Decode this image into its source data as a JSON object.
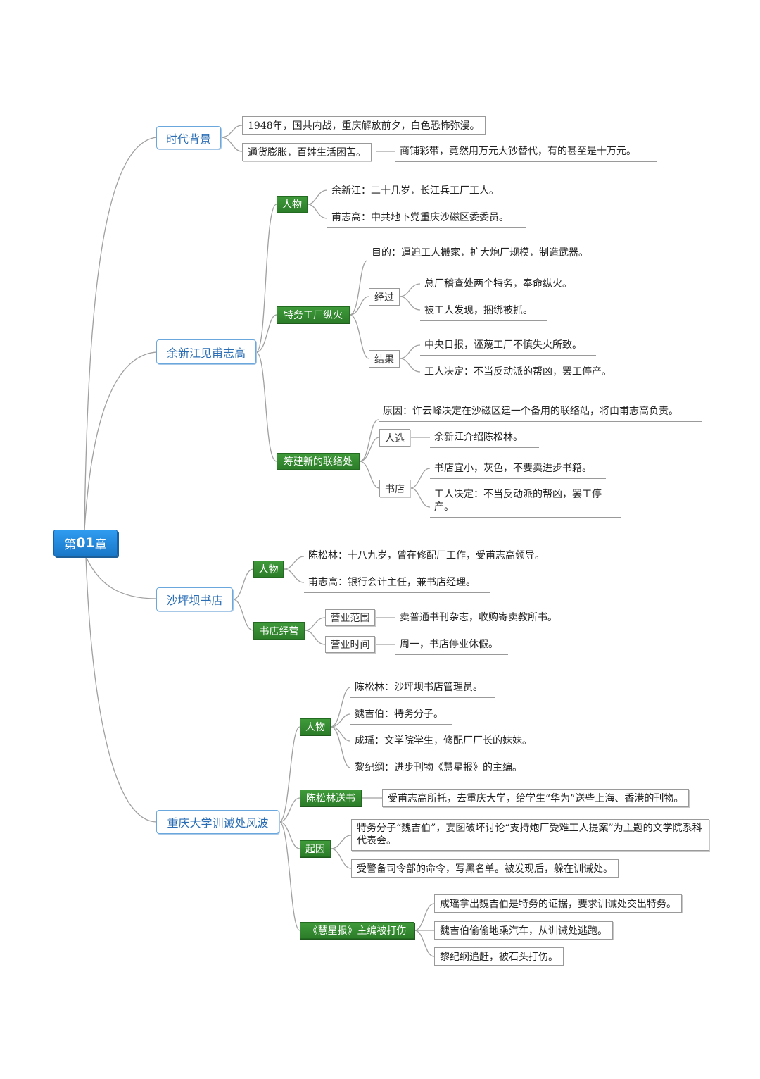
{
  "root": {
    "prefix": "第",
    "number": "01",
    "suffix": "章"
  },
  "b1": {
    "label": "时代背景",
    "item1": "1948年，国共内战，重庆解放前夕，白色恐怖弥漫。",
    "item2": "通货膨胀，百姓生活困苦。",
    "item2_detail": "商铺彩带，竟然用万元大钞替代，有的甚至是十万元。"
  },
  "b2": {
    "label": "余新江见甫志高",
    "people": {
      "label": "人物",
      "items": [
        "余新江：二十几岁，长江兵工厂工人。",
        "甫志高：中共地下党重庆沙磁区委委员。"
      ]
    },
    "fire": {
      "label": "特务工厂纵火",
      "purpose": "目的：逼迫工人搬家，扩大炮厂规模，制造武器。",
      "process": {
        "label": "经过",
        "items": [
          "总厂稽查处两个特务，奉命纵火。",
          "被工人发现，捆绑被抓。"
        ]
      },
      "result": {
        "label": "结果",
        "items": [
          "中央日报，诬蔑工厂不慎失火所致。",
          "工人决定：不当反动派的帮凶，罢工停产。"
        ]
      }
    },
    "station": {
      "label": "筹建新的联络处",
      "reason": "原因：许云峰决定在沙磁区建一个备用的联络站，将由甫志高负责。",
      "person": {
        "label": "人选",
        "items": [
          "余新江介绍陈松林。"
        ]
      },
      "shop": {
        "label": "书店",
        "items": [
          "书店宜小，灰色，不要卖进步书籍。",
          "工人决定：不当反动派的帮凶，罢工停产。"
        ]
      }
    }
  },
  "b3": {
    "label": "沙坪坝书店",
    "people": {
      "label": "人物",
      "items": [
        "陈松林：十八九岁，曾在修配厂工作，受甫志高领导。",
        "甫志高：银行会计主任，兼书店经理。"
      ]
    },
    "ops": {
      "label": "书店经营",
      "scope": {
        "label": "营业范围",
        "item": "卖普通书刊杂志，收购寄卖教所书。"
      },
      "hours": {
        "label": "营业时间",
        "item": "周一，书店停业休假。"
      }
    }
  },
  "b4": {
    "label": "重庆大学训诫处风波",
    "people": {
      "label": "人物",
      "items": [
        "陈松林：沙坪坝书店管理员。",
        "魏吉伯：特务分子。",
        "成瑶：文学院学生，修配厂厂长的妹妹。",
        "黎纪纲：进步刊物《慧星报》的主编。"
      ]
    },
    "books": {
      "label": "陈松林送书",
      "item": "受甫志高所托，去重庆大学，给学生“华为”送些上海、香港的刊物。"
    },
    "cause": {
      "label": "起因",
      "items": [
        "特务分子“魏吉伯”，妄图破坏讨论“支持炮厂受难工人提案”为主题的文学院系科代表会。",
        "受警备司令部的命令，写黑名单。被发现后，躲在训诫处。"
      ]
    },
    "beaten": {
      "label": "《慧星报》主编被打伤",
      "items": [
        "成瑶拿出魏吉伯是特务的证据，要求训诫处交出特务。",
        "魏吉伯偷偷地乘汽车，从训诫处逃跑。",
        "黎纪纲追赶，被石头打伤。"
      ]
    }
  },
  "colors": {
    "connector": "#a0a0a0",
    "root": "#1f86dc",
    "main_border": "#6aa7dc",
    "main_text": "#2a6db5",
    "sub_fill": "#348c30"
  }
}
